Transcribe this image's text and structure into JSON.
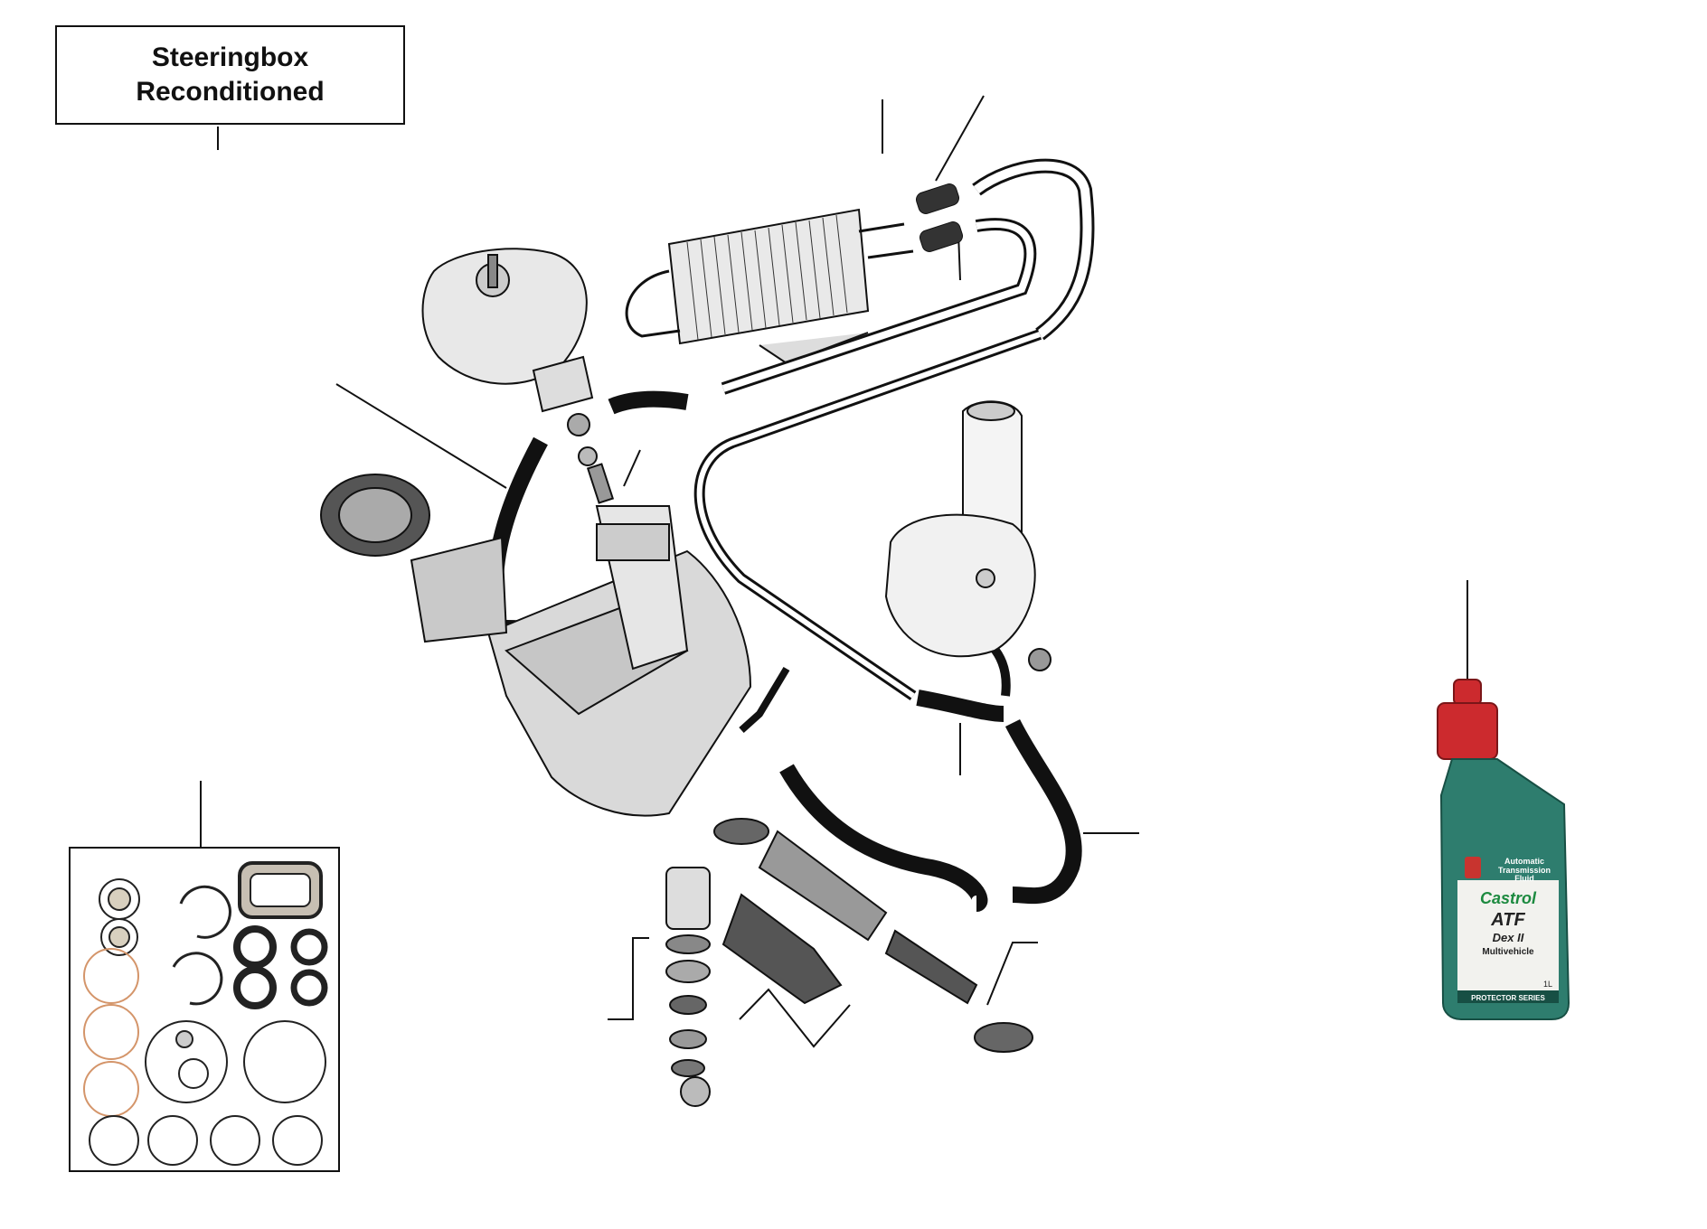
{
  "title": {
    "line1": "Steeringbox",
    "line2": "Reconditioned"
  },
  "fluid_bottle": {
    "brand": "Castrol",
    "product": "ATF",
    "grade": "Dex II",
    "sub": "Multivehicle",
    "description_1": "Automatic",
    "description_2": "Transmission",
    "description_3": "Fluid",
    "volume": "1L",
    "series": "PROTECTOR SERIES"
  },
  "colors": {
    "line": "#111111",
    "cap_red": "#cc2a2e",
    "bottle_green": "#2e7d6e",
    "label_red": "#c8342f",
    "seal_copper": "#d4956a"
  }
}
